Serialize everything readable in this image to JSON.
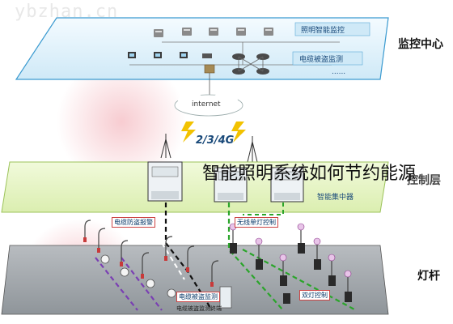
{
  "watermark": "ybzhan.cn",
  "overlay_title": "智能照明系统如何节约能源",
  "layers": {
    "monitor_center": {
      "label": "监控中心",
      "tiers": [
        "照明智能监控",
        "电缆被盗监测",
        "......"
      ]
    },
    "internet": {
      "cloud_label": "internet",
      "network_label": "2/3/4G"
    },
    "control_layer": {
      "label": "控制层",
      "device_label": "智能集中器"
    },
    "lamp_layer": {
      "label": "灯杆",
      "tags": [
        "电缆防盗报警",
        "无线单灯控制",
        "电缆被盗监测",
        "双灯控制"
      ],
      "cabinet_label": "电缆被盗监测终端"
    }
  },
  "colors": {
    "sky": "#dff2fb",
    "sky_border": "#3a9ad0",
    "control_green": "#e8f5c8",
    "ground_gray": "#9aa0a6",
    "dashed_black": "#111111",
    "dashed_green": "#2aa52a",
    "dashed_purple": "#7a3fb3",
    "accent_red": "#c83a3a"
  },
  "icons": [
    "server-icon",
    "computer-icon",
    "router-icon",
    "cloud-icon",
    "antenna-icon",
    "meter-icon",
    "camera-icon",
    "lamp-icon",
    "lightning-icon"
  ]
}
